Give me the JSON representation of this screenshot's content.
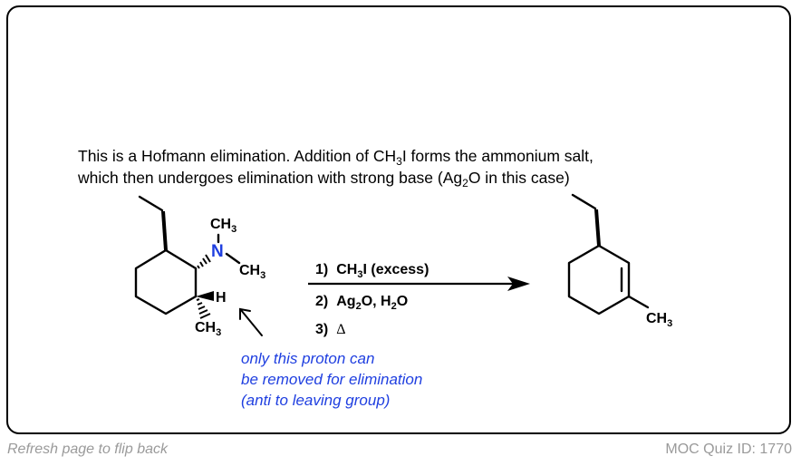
{
  "explanation": {
    "line1_a": "This is a Hofmann elimination. Addition of CH",
    "line1_sub": "3",
    "line1_b": "I forms the ammonium salt,",
    "line2_a": "which then undergoes elimination with strong base (Ag",
    "line2_sub": "2",
    "line2_b": "O in this case)"
  },
  "reactant": {
    "n_label": "N",
    "methyl_top": "CH",
    "methyl_top_sub": "3",
    "methyl_right": "CH",
    "methyl_right_sub": "3",
    "h_label": "H",
    "methyl_bottom": "CH",
    "methyl_bottom_sub": "3"
  },
  "conditions": {
    "step1_num": "1)",
    "step1_a": "CH",
    "step1_sub": "3",
    "step1_b": "I (excess)",
    "step2_num": "2)",
    "step2_a": "Ag",
    "step2_sub": "2",
    "step2_b": "O, H",
    "step2_sub2": "2",
    "step2_c": "O",
    "step3_num": "3)",
    "step3_symbol": "Δ"
  },
  "product": {
    "methyl": "CH",
    "methyl_sub": "3"
  },
  "annotation": {
    "line1": "only this proton can",
    "line2": "be removed for elimination",
    "line3": "(anti to leaving group)"
  },
  "colors": {
    "nitrogen": "#1f3fe0",
    "annotation": "#1f3fe0",
    "footer": "#9a9a9a"
  },
  "footer": {
    "left": "Refresh page to flip back",
    "right": "MOC Quiz ID: 1770"
  }
}
